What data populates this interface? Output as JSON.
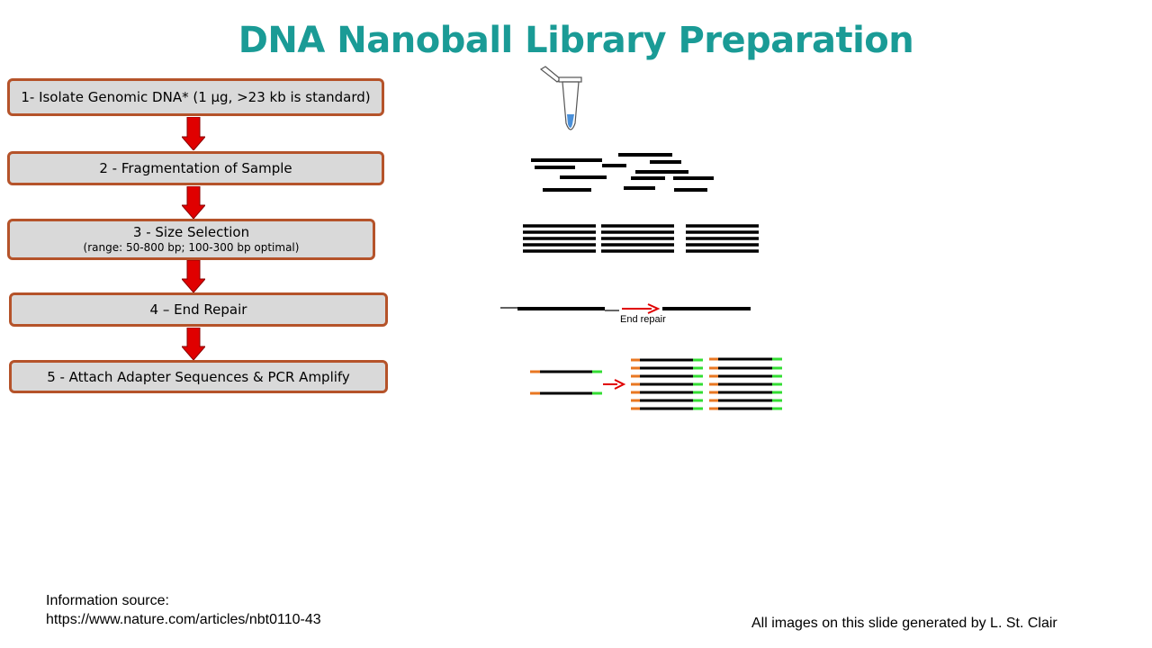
{
  "title": "DNA Nanoball Library Preparation",
  "steps": [
    {
      "label": "1- Isolate Genomic DNA*  (1 µg, >23 kb is standard)",
      "sub": ""
    },
    {
      "label": "2 - Fragmentation of Sample",
      "sub": ""
    },
    {
      "label": "3 - Size Selection",
      "sub": "(range: 50-800 bp; 100-300 bp optimal)"
    },
    {
      "label": "4 – End Repair",
      "sub": ""
    },
    {
      "label": "5 - Attach Adapter Sequences & PCR Amplify",
      "sub": ""
    }
  ],
  "end_repair_label": "End repair",
  "source": {
    "line1": "Information source:",
    "line2": "https://www.nature.com/articles/nbt0110-43"
  },
  "credit": "All images on this slide generated by L. St. Clair",
  "colors": {
    "title": "#1a9b96",
    "box_border": "#b5532a",
    "box_fill": "#d9d9d9",
    "arrow": "#e00000",
    "adapter_left": "#e87722",
    "adapter_right": "#33dd33",
    "tube_liquid": "#4a90d9"
  },
  "icons": [
    "tube-icon",
    "down-arrow-icon",
    "right-arrow-icon"
  ]
}
